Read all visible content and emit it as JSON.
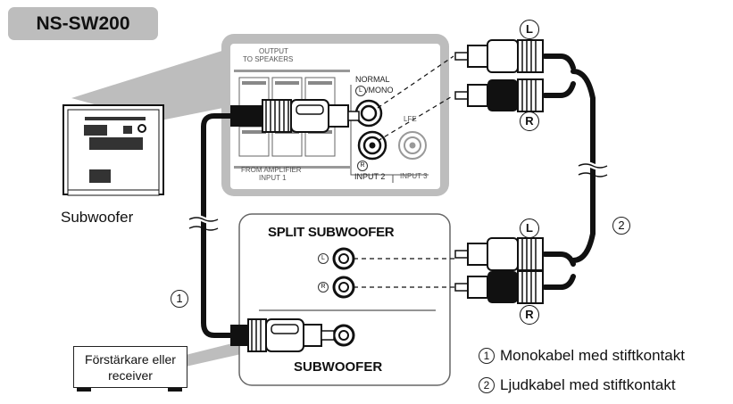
{
  "model": "NS-SW200",
  "subwoofer_caption": "Subwoofer",
  "amplifier_label": "Förstärkare eller receiver",
  "rear_panel": {
    "output_label": "OUTPUT",
    "to_speakers_label": "TO SPEAKERS",
    "from_amplifier_label": "FROM AMPLIFIER",
    "input1_label": "INPUT 1",
    "normal_label": "NORMAL",
    "mono_label": "/MONO",
    "input2_label": "INPUT 2",
    "input3_label": "INPUT 3",
    "lfe_label": "LFE",
    "minus": "−",
    "plus": "+"
  },
  "amp_panel": {
    "split_label": "SPLIT SUBWOOFER",
    "subwoofer_label": "SUBWOOFER"
  },
  "markers": {
    "left": "L",
    "right": "R",
    "cable1": "1",
    "cable2": "2"
  },
  "legend": [
    {
      "num": "1",
      "text": "Monokabel med stiftkontakt"
    },
    {
      "num": "2",
      "text": "Ljudkabel med stiftkontakt"
    }
  ]
}
